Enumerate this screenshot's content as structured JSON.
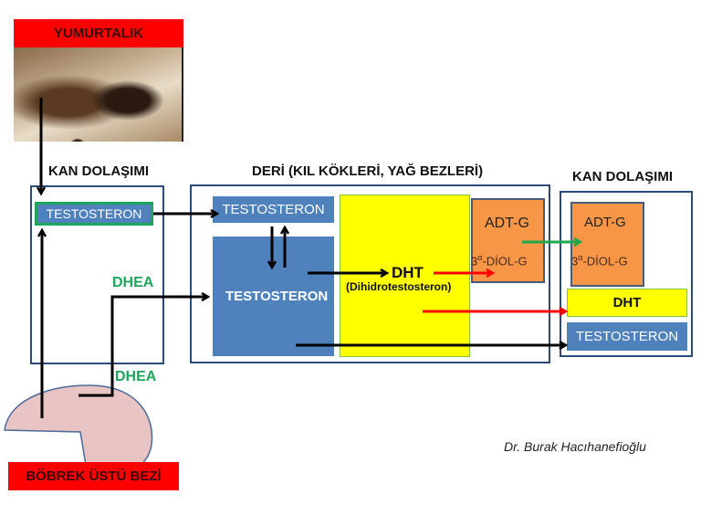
{
  "diagram": {
    "ovary_label": "YUMURTALIK",
    "adrenal_label": "BÖBREK ÜSTÜ BEZİ",
    "left_section": {
      "title": "KAN DOLAŞIMI",
      "testosterone": "TESTOSTERON",
      "dhea_upper": "DHEA",
      "dhea_lower": "DHEA"
    },
    "skin_section": {
      "title": "DERİ (KIL KÖKLERİ, YAĞ BEZLERİ)",
      "testosterone_top": "TESTOSTERON",
      "testosterone_main": "TESTOSTERON",
      "dht": "DHT",
      "dht_full": "(Dihidrotestosteron)",
      "adt_g": "ADT-G",
      "diol_prefix": "3",
      "diol_sup": "α",
      "diol_rest": "-DİOL-G"
    },
    "right_section": {
      "title": "KAN DOLAŞIMI",
      "adt_g": "ADT-G",
      "diol_prefix": "3",
      "diol_sup": "α",
      "diol_rest": "-DİOL-G",
      "dht": "DHT",
      "testosterone": "TESTOSTERON"
    },
    "author": "Dr. Burak Hacıhanefioğlu",
    "colors": {
      "red_label": "#ff0000",
      "blue_box": "#4f81bd",
      "green_box_border": "#1fa55a",
      "yellow_box": "#ffff00",
      "orange_box": "#f79646",
      "frame": "#2e4a78",
      "green_arrow": "#22a84a",
      "red_arrow": "#ff0000",
      "adrenal_fill": "#e8c4c4"
    }
  }
}
